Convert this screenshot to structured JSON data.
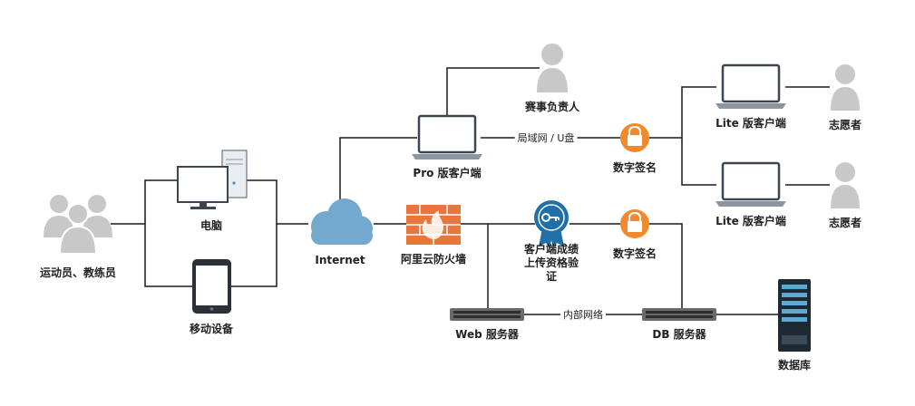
{
  "diagram": {
    "nodes": {
      "athletes": "运动员、教练员",
      "pc": "电脑",
      "mobile": "移动设备",
      "internet": "Internet",
      "firewall": "阿里云防火墙",
      "pro_client": "Pro 版客户端",
      "event_manager": "赛事负责人",
      "signature_top": "数字签名",
      "signature_mid": "数字签名",
      "cert_line1": "客户端成绩",
      "cert_line2": "上传资格验",
      "cert_line3": "证",
      "lite_client_1": "Lite 版客户端",
      "lite_client_2": "Lite 版客户端",
      "volunteer_1": "志愿者",
      "volunteer_2": "志愿者",
      "web_server": "Web 服务器",
      "db_server": "DB 服务器",
      "database": "数据库"
    },
    "edges": {
      "lan_usb": "局域网 / U盘",
      "intranet": "内部网络"
    },
    "colors": {
      "line": "#1a1a1a",
      "person": "#c8c8c8",
      "cloud": "#74a9cf",
      "firewall": "#e9773d",
      "lock": "#f08a2c",
      "badge": "#1f6fa8",
      "switch": "#6a6a6a",
      "server": "#1e2a33"
    }
  }
}
